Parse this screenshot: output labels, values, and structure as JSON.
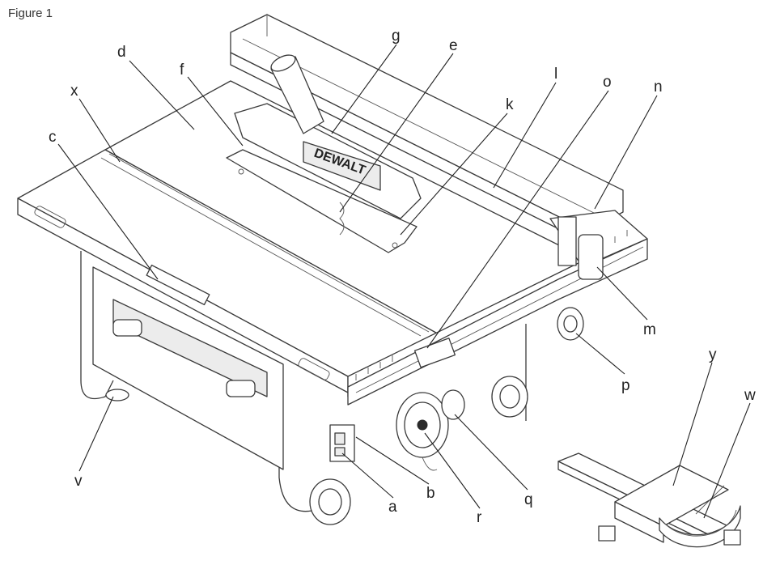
{
  "figure": {
    "caption": "Figure 1",
    "brand": "DEWALT"
  },
  "labels": {
    "a": "a",
    "b": "b",
    "c": "c",
    "d": "d",
    "e": "e",
    "f": "f",
    "g": "g",
    "k": "k",
    "l": "l",
    "m": "m",
    "n": "n",
    "o": "o",
    "p": "p",
    "q": "q",
    "r": "r",
    "v": "v",
    "w": "w",
    "x": "x",
    "y": "y"
  }
}
